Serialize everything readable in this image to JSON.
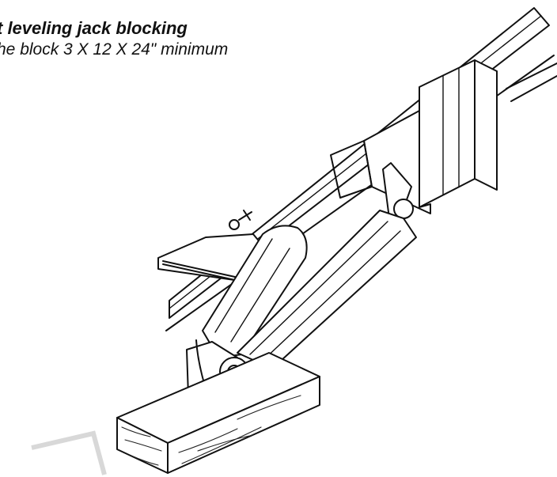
{
  "caption": {
    "line1": "t leveling jack blocking",
    "line2": "he block 3 X 12 X 24\" minimum"
  },
  "colors": {
    "ink": "#111111",
    "paper": "#ffffff",
    "faded_mark": "#d8d8d8"
  },
  "illustration": {
    "subject": "stabilizer jack resting on wooden block under frame rail"
  }
}
